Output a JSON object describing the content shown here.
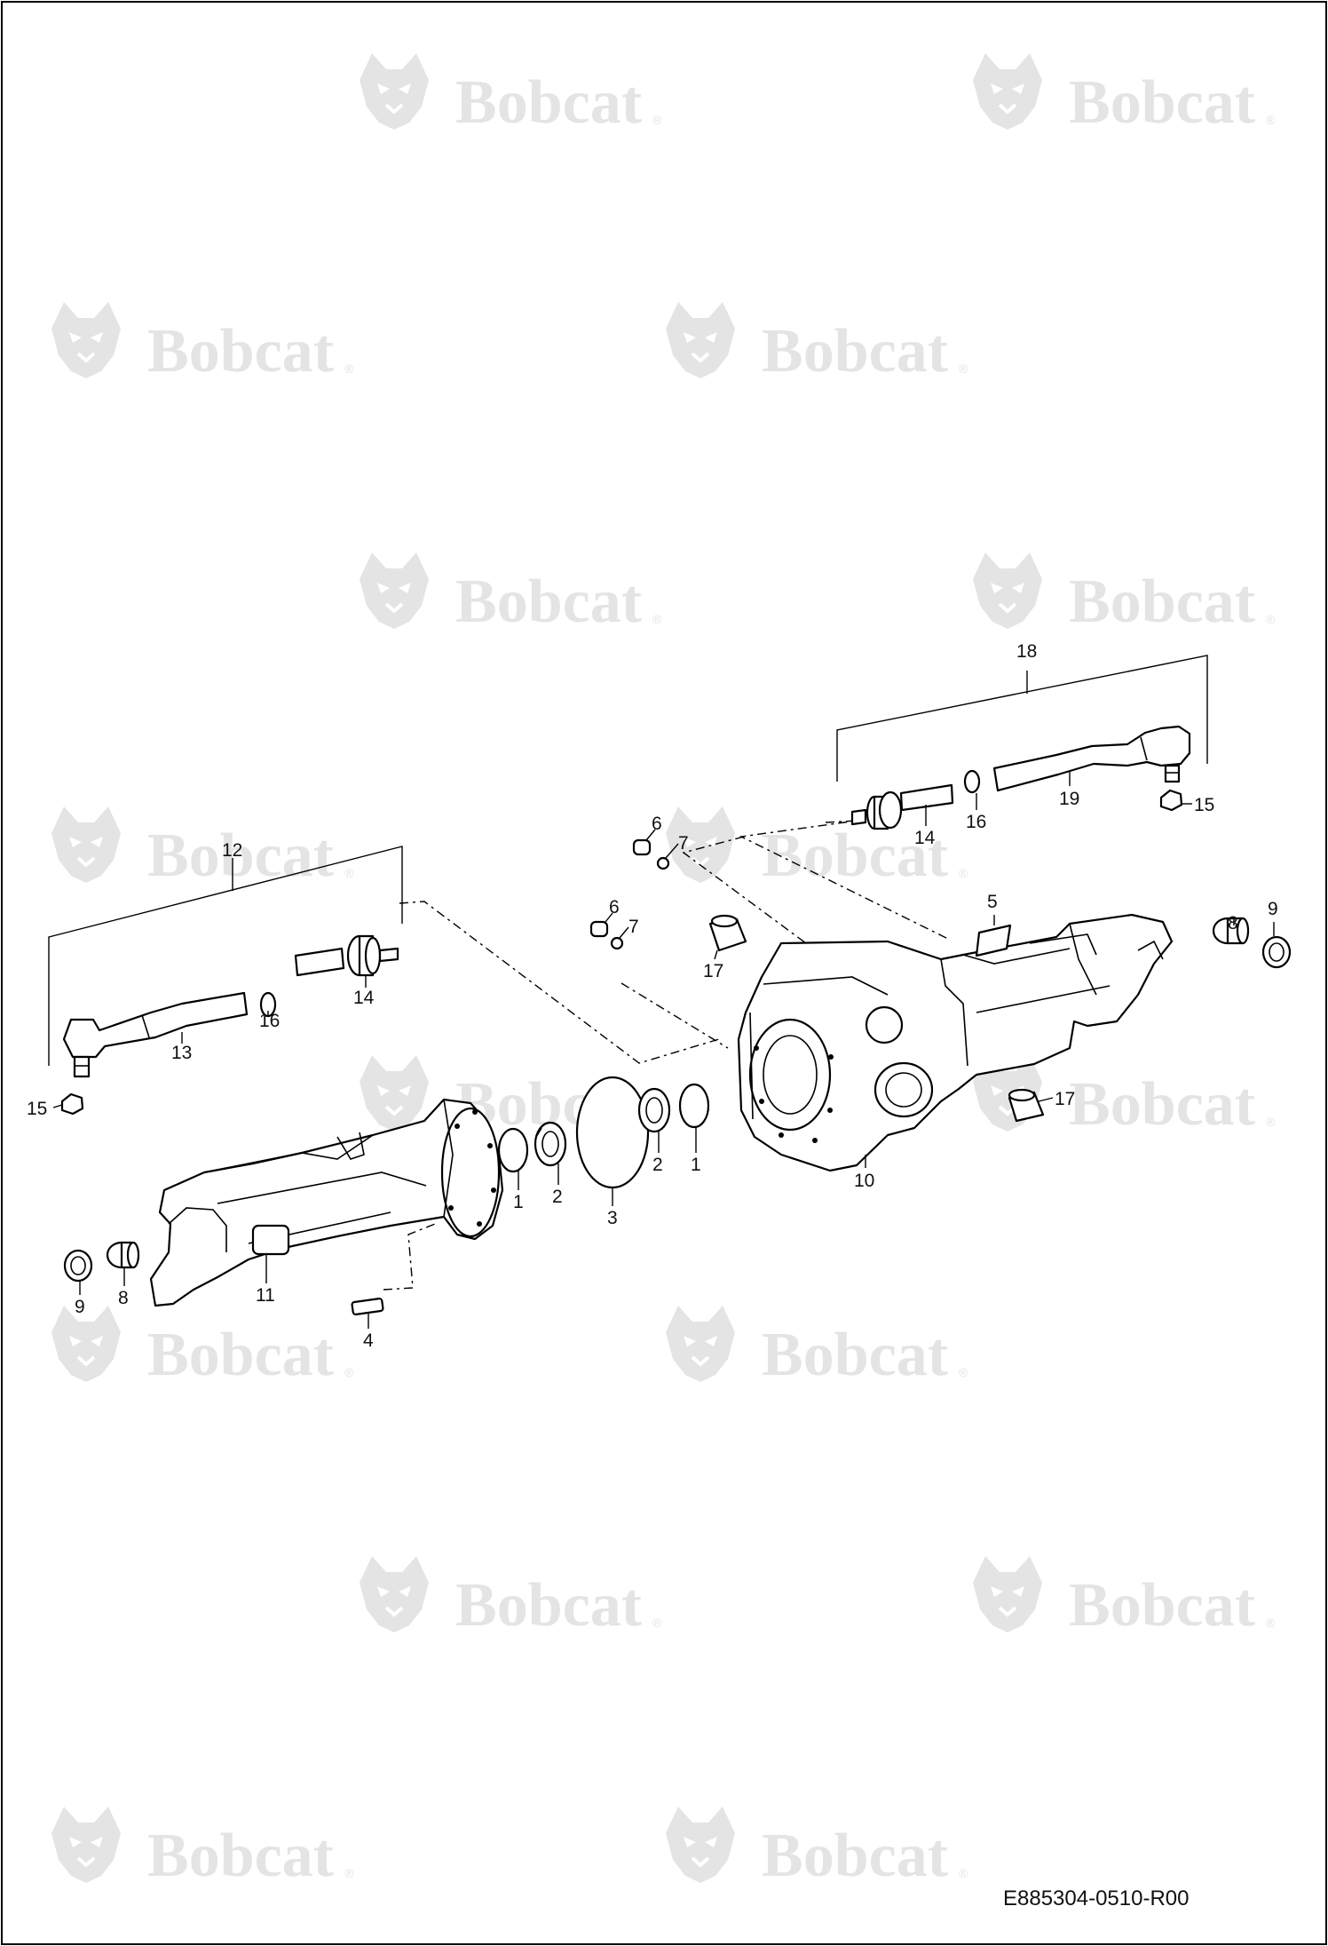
{
  "watermark": {
    "brand": "Bobcat",
    "mark": "®"
  },
  "document_id": "E885304-0510-R00",
  "callouts": {
    "c1a": "1",
    "c1b": "1",
    "c2a": "2",
    "c2b": "2",
    "c3": "3",
    "c4": "4",
    "c5": "5",
    "c6a": "6",
    "c6b": "6",
    "c7a": "7",
    "c7b": "7",
    "c8a": "8",
    "c8b": "8",
    "c9a": "9",
    "c9b": "9",
    "c10": "10",
    "c11": "11",
    "c12": "12",
    "c13": "13",
    "c14a": "14",
    "c14b": "14",
    "c15a": "15",
    "c15b": "15",
    "c16a": "16",
    "c16b": "16",
    "c17a": "17",
    "c17b": "17",
    "c18": "18",
    "c19": "19"
  }
}
